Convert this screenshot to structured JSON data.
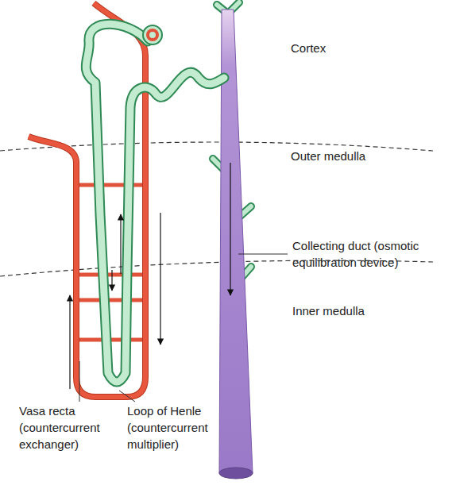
{
  "diagram": {
    "labels": [
      "Cortex",
      "Outer medulla",
      "Collecting duct (osmotic equilibration device)",
      "Inner medulla",
      "Vasa recta (countercurrent exchanger)",
      "Loop of Henle (countercurrent multiplier)"
    ]
  }
}
